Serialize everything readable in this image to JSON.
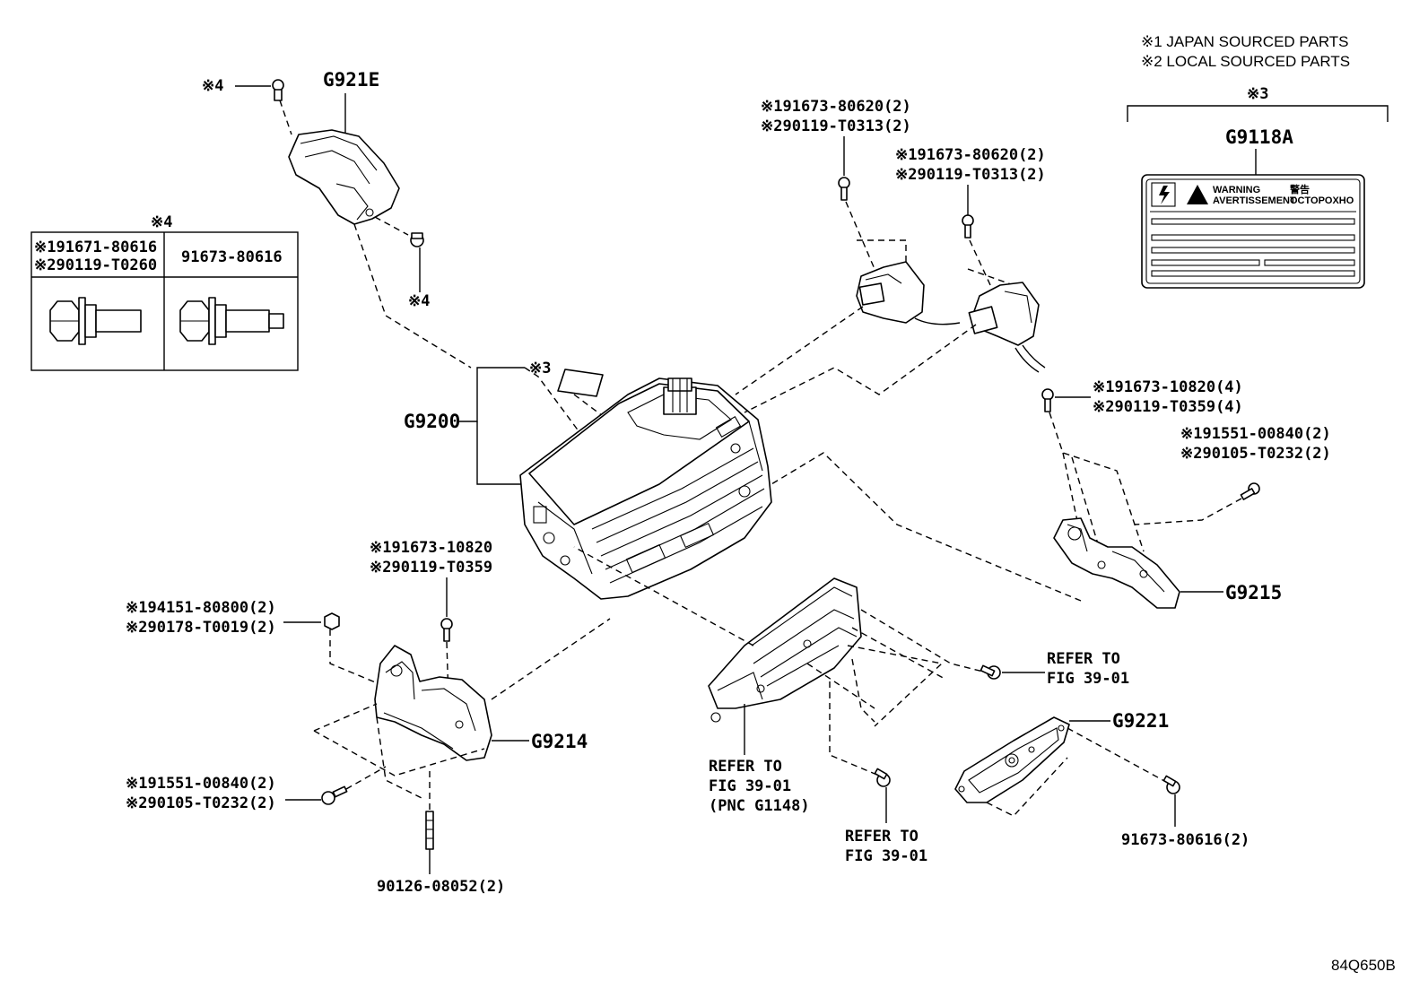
{
  "legend": {
    "line1": "※1 JAPAN SOURCED PARTS",
    "line2": "※2 LOCAL SOURCED PARTS"
  },
  "labels": {
    "g921e": "G921E",
    "g9200": "G9200",
    "g9118a": "G9118A",
    "g9215": "G9215",
    "g9214": "G9214",
    "g9221": "G9221",
    "note4_top": "※4",
    "note4_bolt": "※4",
    "note3_main": "※3",
    "note3_bracket": "※3",
    "sensor1_a": "※191673-80620(2)",
    "sensor1_b": "※290119-T0313(2)",
    "sensor2_a": "※191673-80620(2)",
    "sensor2_b": "※290119-T0313(2)",
    "bolt_r1_a": "※191673-10820(4)",
    "bolt_r1_b": "※290119-T0359(4)",
    "bolt_r2_a": "※191551-00840(2)",
    "bolt_r2_b": "※290105-T0232(2)",
    "bolt_c_a": "※191673-10820",
    "bolt_c_b": "※290119-T0359",
    "nut_l_a": "※194151-80800(2)",
    "nut_l_b": "※290178-T0019(2)",
    "bolt_l_a": "※191551-00840(2)",
    "bolt_l_b": "※290105-T0232(2)",
    "stud": "90126-08052(2)",
    "bolt_g9221": "91673-80616(2)",
    "refer1_a": "REFER TO",
    "refer1_b": "FIG 39-01",
    "refer2_a": "REFER TO",
    "refer2_b": "FIG 39-01",
    "refer2_c": "(PNC G1148)",
    "refer3_a": "REFER TO",
    "refer3_b": "FIG 39-01",
    "figure_code": "84Q650B"
  },
  "note4_table": {
    "title": "※4",
    "col1_a": "※191671-80616",
    "col1_b": "※290119-T0260",
    "col2": "91673-80616"
  },
  "warning_label": {
    "word1": "WARNING",
    "word2": "AVERTISSEMENT",
    "word3": "警告",
    "word4": "OCTOPOXHO"
  }
}
